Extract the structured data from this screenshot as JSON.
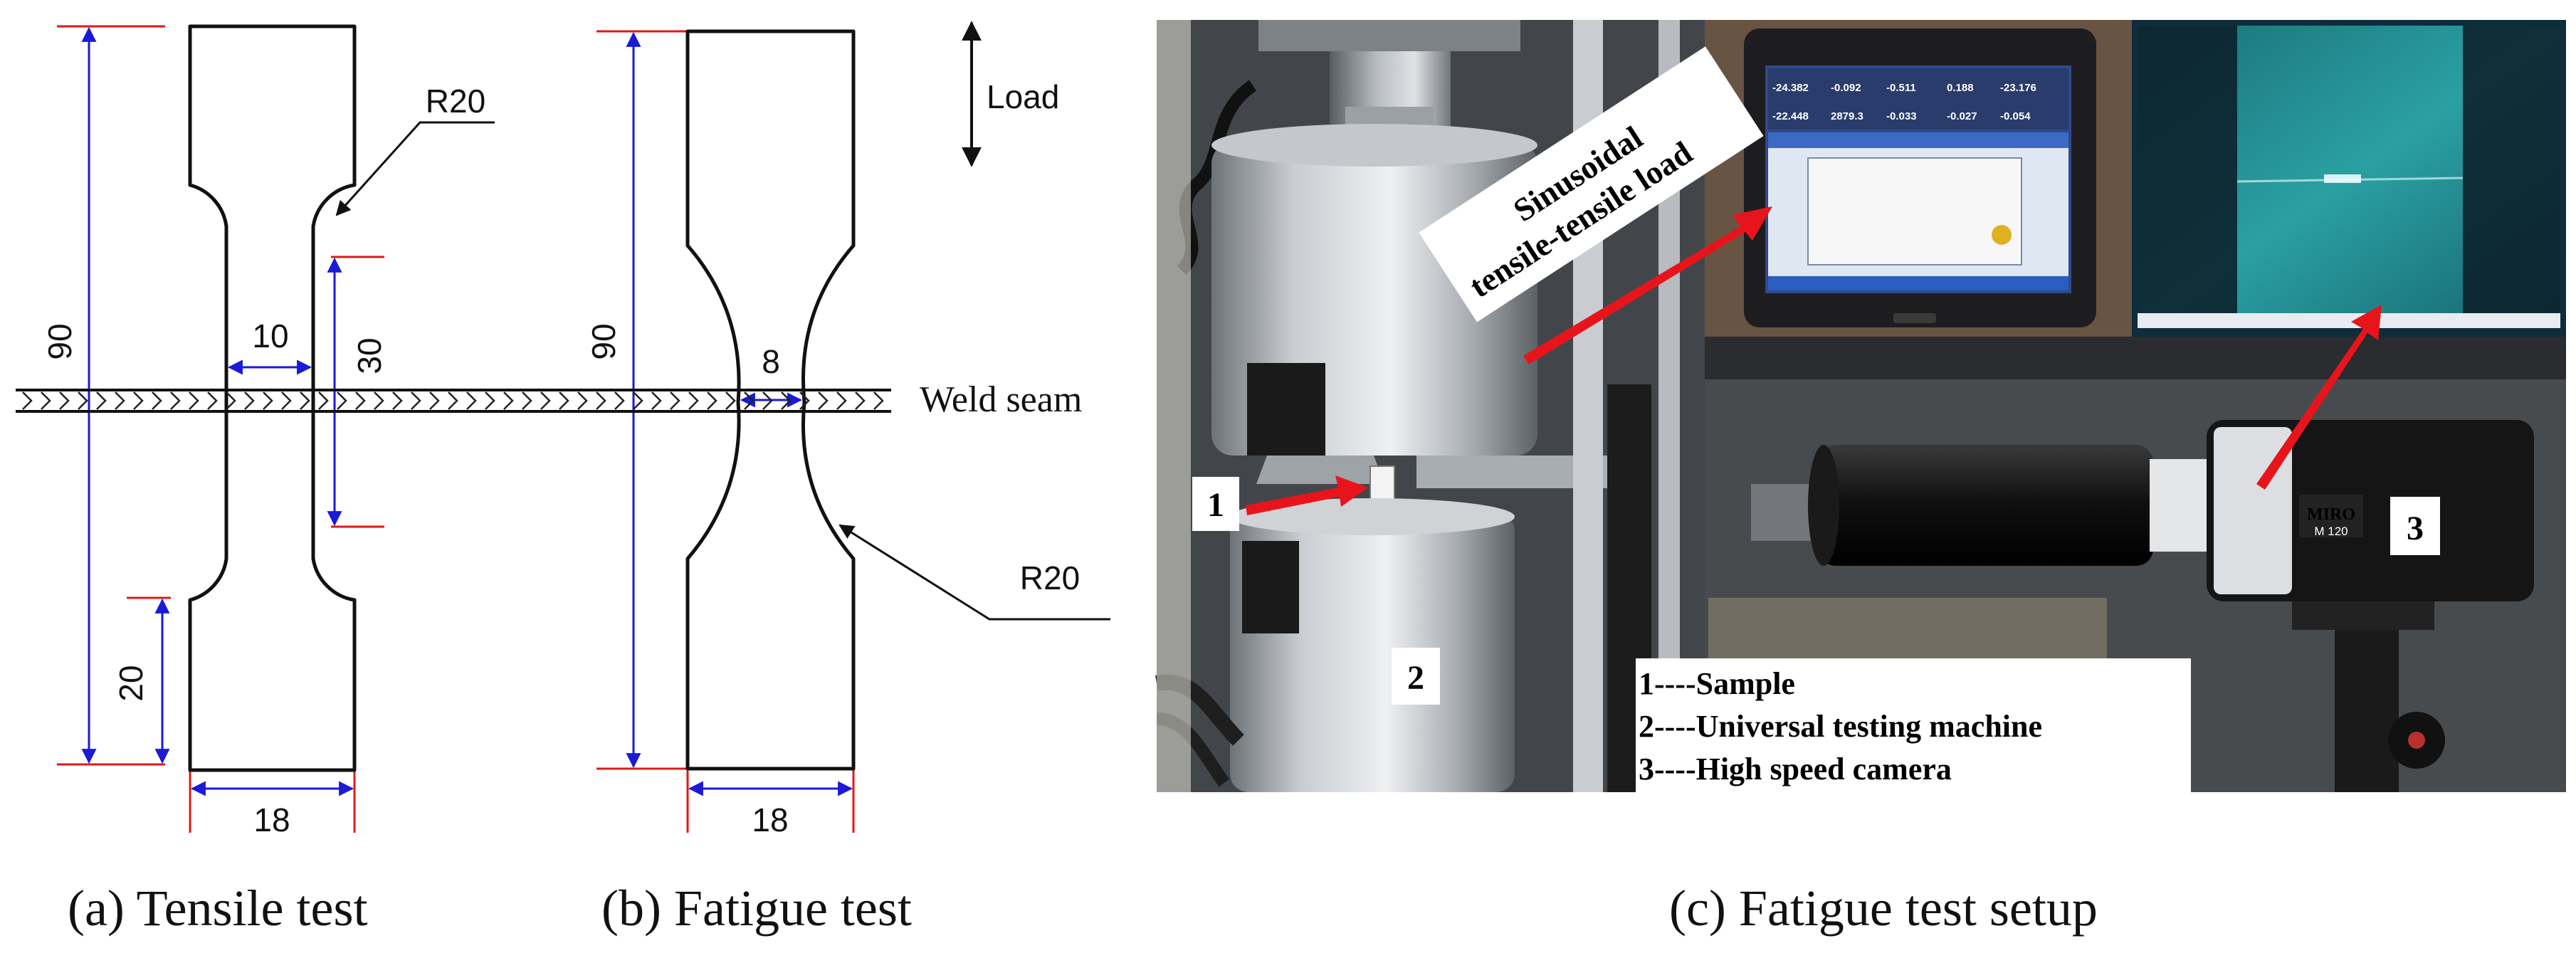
{
  "tensile": {
    "dims": {
      "height": "90",
      "gauge_width": "10",
      "gauge_length": "30",
      "grip_length": "20",
      "width": "18",
      "radius": "R20"
    },
    "caption": "(a) Tensile test"
  },
  "fatigue": {
    "dims": {
      "height": "90",
      "neck_width": "8",
      "width": "18",
      "radius": "R20"
    },
    "caption": "(b) Fatigue test"
  },
  "load_label": "Load",
  "weld_label": "Weld seam",
  "setup": {
    "caption": "(c) Fatigue test setup",
    "callouts": {
      "n1": "1",
      "n2": "2",
      "n3": "3"
    },
    "load_annotation": {
      "line1": "Sinusoidal",
      "line2": "tensile-tensile load"
    },
    "legend": [
      "1----Sample",
      "2----Universal testing machine",
      "3----High speed camera"
    ],
    "screen_readout": {
      "row1": [
        "-24.382",
        "-0.092",
        "-0.511",
        "0.188",
        "-23.176"
      ],
      "row2": [
        "-22.448",
        "2879.3",
        "-0.033",
        "-0.027",
        "-0.054"
      ]
    },
    "camera_brand": "MIRO",
    "camera_model": "M 120"
  },
  "colors": {
    "dimension_line": "#1a1ad8",
    "extension_line": "#e01818",
    "arrow_red": "#e8141c",
    "outline": "#111111",
    "monitor_screen": "#2f4a8a",
    "camera_view": "#1b8a8a"
  }
}
